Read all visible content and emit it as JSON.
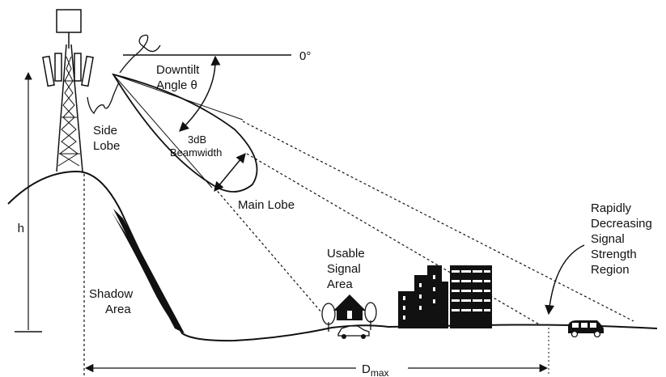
{
  "labels": {
    "zero_deg": "0°",
    "downtilt_line1": "Downtilt",
    "downtilt_line2": "Angle θ",
    "side_lobe_line1": "Side",
    "side_lobe_line2": "Lobe",
    "beamwidth_line1": "3dB",
    "beamwidth_line2": "Beamwidth",
    "main_lobe": "Main Lobe",
    "height": "h",
    "shadow_line1": "Shadow",
    "shadow_line2": "Area",
    "usable_line1": "Usable",
    "usable_line2": "Signal",
    "usable_line3": "Area",
    "rapid_line1": "Rapidly",
    "rapid_line2": "Decreasing",
    "rapid_line3": "Signal",
    "rapid_line4": "Strength",
    "rapid_line5": "Region",
    "dmax_main": "D",
    "dmax_sub": "max"
  },
  "icons": [
    "antenna-tower-icon",
    "house-icon",
    "tree-icon",
    "car-icon",
    "building-icon",
    "van-icon"
  ],
  "colors": {
    "ink": "#111111",
    "background": "#ffffff"
  }
}
